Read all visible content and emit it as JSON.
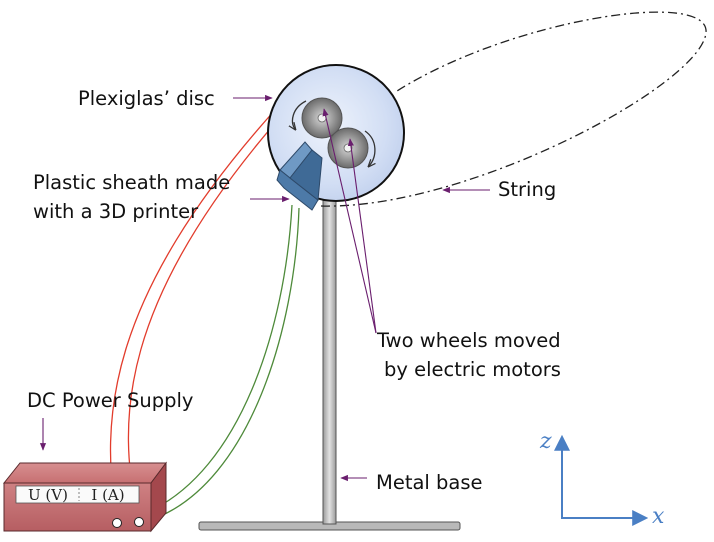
{
  "labels": {
    "disc": "Plexiglas’ disc",
    "sheath_line1": "Plastic sheath made",
    "sheath_line2": "with a 3D printer",
    "string": "String",
    "wheels_line1": "Two wheels moved",
    "wheels_line2": "by electric motors",
    "power_supply": "DC Power Supply",
    "base": "Metal base"
  },
  "power_supply_display": {
    "voltage": "U (V)",
    "current": "I (A)"
  },
  "axes": {
    "vertical": "z",
    "horizontal": "x"
  },
  "colors": {
    "pointer_arrow": "#6a1e6e",
    "red_wire": "#e23c2c",
    "green_wire": "#4e8a3a",
    "disc_fill": "#cfdcf5",
    "sheath": "#5b86b2",
    "psu_body": "#c9797b",
    "axis": "#4a7fc4",
    "string": "#222222",
    "metal": "#b9b9b9"
  }
}
